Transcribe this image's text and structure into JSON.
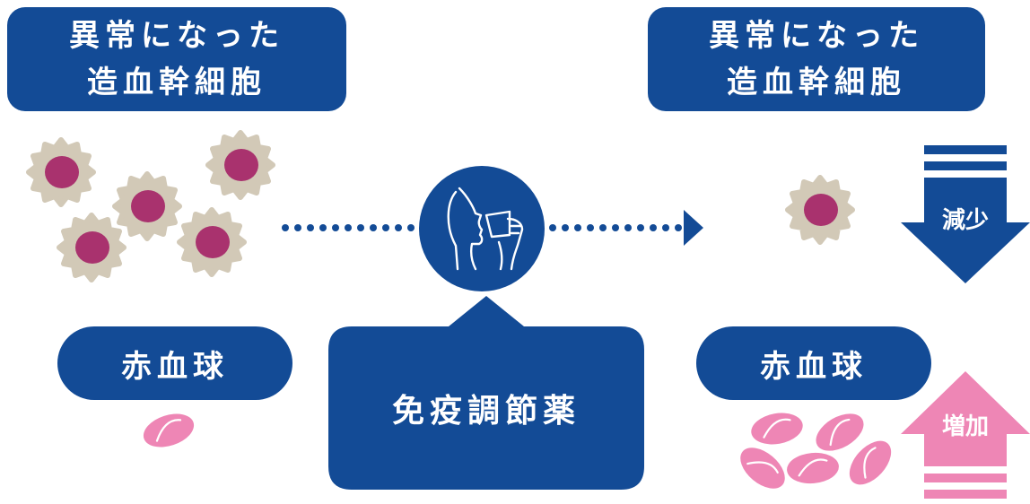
{
  "left_panel": {
    "title_line1": "異常になった",
    "title_line2": "造血幹細胞",
    "rbc_label": "赤血球"
  },
  "center": {
    "medicine_label": "免疫調節薬",
    "icon": "person-drinking-icon"
  },
  "right_panel": {
    "title_line1": "異常になった",
    "title_line2": "造血幹細胞",
    "rbc_label": "赤血球",
    "decrease_label": "減少",
    "increase_label": "増加"
  },
  "colors": {
    "navy": "#134b96",
    "cell_body": "#d2c9b7",
    "cell_nucleus": "#a9326e",
    "rbc_pink": "#ee86b5",
    "rbc_line": "#ffffff"
  }
}
